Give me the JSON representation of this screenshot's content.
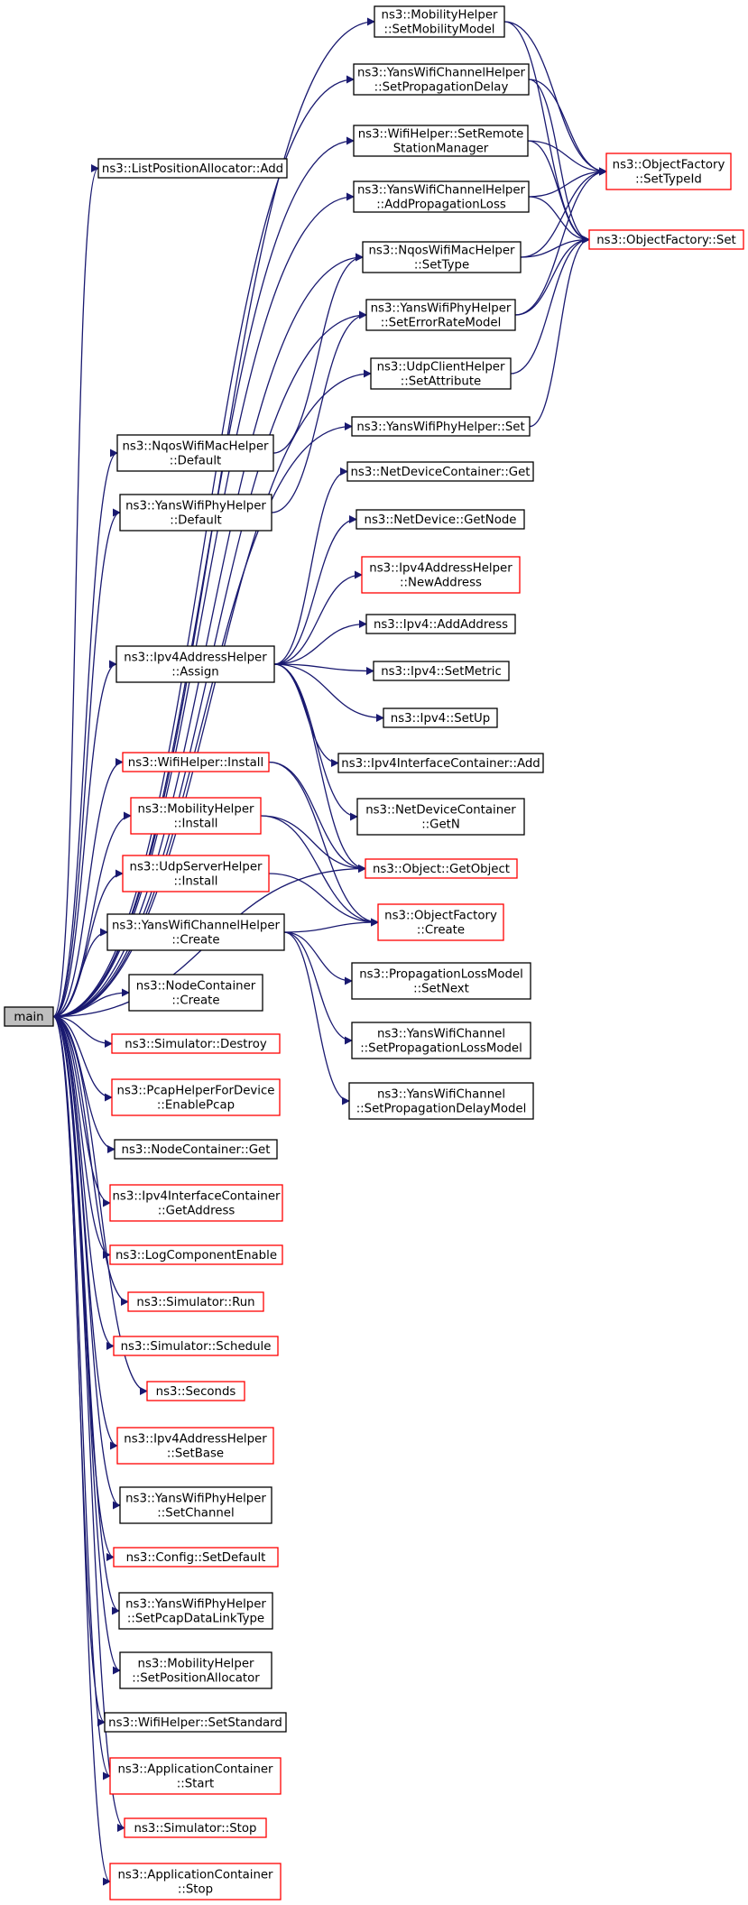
{
  "root": "main",
  "nodes": [
    {
      "id": "main",
      "lines": [
        "main"
      ],
      "style": "root"
    },
    {
      "id": "lpa_add",
      "lines": [
        "ns3::ListPositionAllocator::Add"
      ],
      "style": "black"
    },
    {
      "id": "mob_setmodel",
      "lines": [
        "ns3::MobilityHelper",
        "::SetMobilityModel"
      ],
      "style": "black"
    },
    {
      "id": "ywch_setpropdelay",
      "lines": [
        "ns3::YansWifiChannelHelper",
        "::SetPropagationDelay"
      ],
      "style": "black"
    },
    {
      "id": "wifi_setremote",
      "lines": [
        "ns3::WifiHelper::SetRemote",
        "StationManager"
      ],
      "style": "black"
    },
    {
      "id": "ywch_addproploss",
      "lines": [
        "ns3::YansWifiChannelHelper",
        "::AddPropagationLoss"
      ],
      "style": "black"
    },
    {
      "id": "nqos_settype",
      "lines": [
        "ns3::NqosWifiMacHelper",
        "::SetType"
      ],
      "style": "black"
    },
    {
      "id": "ywph_seterr",
      "lines": [
        "ns3::YansWifiPhyHelper",
        "::SetErrorRateModel"
      ],
      "style": "black"
    },
    {
      "id": "udpc_setattr",
      "lines": [
        "ns3::UdpClientHelper",
        "::SetAttribute"
      ],
      "style": "black"
    },
    {
      "id": "ywph_set",
      "lines": [
        "ns3::YansWifiPhyHelper::Set"
      ],
      "style": "black"
    },
    {
      "id": "of_settypeid",
      "lines": [
        "ns3::ObjectFactory",
        "::SetTypeId"
      ],
      "style": "red"
    },
    {
      "id": "of_set",
      "lines": [
        "ns3::ObjectFactory::Set"
      ],
      "style": "red"
    },
    {
      "id": "nqos_default",
      "lines": [
        "ns3::NqosWifiMacHelper",
        "::Default"
      ],
      "style": "black"
    },
    {
      "id": "ywph_default",
      "lines": [
        "ns3::YansWifiPhyHelper",
        "::Default"
      ],
      "style": "black"
    },
    {
      "id": "ndc_get",
      "lines": [
        "ns3::NetDeviceContainer::Get"
      ],
      "style": "black"
    },
    {
      "id": "nd_getnode",
      "lines": [
        "ns3::NetDevice::GetNode"
      ],
      "style": "black"
    },
    {
      "id": "ipv4ah_newaddr",
      "lines": [
        "ns3::Ipv4AddressHelper",
        "::NewAddress"
      ],
      "style": "red"
    },
    {
      "id": "ipv4_addaddr",
      "lines": [
        "ns3::Ipv4::AddAddress"
      ],
      "style": "black"
    },
    {
      "id": "ipv4ah_assign",
      "lines": [
        "ns3::Ipv4AddressHelper",
        "::Assign"
      ],
      "style": "black"
    },
    {
      "id": "ipv4_setmetric",
      "lines": [
        "ns3::Ipv4::SetMetric"
      ],
      "style": "black"
    },
    {
      "id": "ipv4_setup",
      "lines": [
        "ns3::Ipv4::SetUp"
      ],
      "style": "black"
    },
    {
      "id": "ipv4ic_add",
      "lines": [
        "ns3::Ipv4InterfaceContainer::Add"
      ],
      "style": "black"
    },
    {
      "id": "wifi_install",
      "lines": [
        "ns3::WifiHelper::Install"
      ],
      "style": "red"
    },
    {
      "id": "ndc_getn",
      "lines": [
        "ns3::NetDeviceContainer",
        "::GetN"
      ],
      "style": "black"
    },
    {
      "id": "mob_install",
      "lines": [
        "ns3::MobilityHelper",
        "::Install"
      ],
      "style": "red"
    },
    {
      "id": "obj_getobj",
      "lines": [
        "ns3::Object::GetObject"
      ],
      "style": "red"
    },
    {
      "id": "udps_install",
      "lines": [
        "ns3::UdpServerHelper",
        "::Install"
      ],
      "style": "red"
    },
    {
      "id": "of_create",
      "lines": [
        "ns3::ObjectFactory",
        "::Create"
      ],
      "style": "red"
    },
    {
      "id": "ywch_create",
      "lines": [
        "ns3::YansWifiChannelHelper",
        "::Create"
      ],
      "style": "black"
    },
    {
      "id": "plm_setnext",
      "lines": [
        "ns3::PropagationLossModel",
        "::SetNext"
      ],
      "style": "black"
    },
    {
      "id": "nc_create",
      "lines": [
        "ns3::NodeContainer",
        "::Create"
      ],
      "style": "black"
    },
    {
      "id": "ywc_setploss",
      "lines": [
        "ns3::YansWifiChannel",
        "::SetPropagationLossModel"
      ],
      "style": "black"
    },
    {
      "id": "sim_destroy",
      "lines": [
        "ns3::Simulator::Destroy"
      ],
      "style": "red"
    },
    {
      "id": "pcap_enable",
      "lines": [
        "ns3::PcapHelperForDevice",
        "::EnablePcap"
      ],
      "style": "red"
    },
    {
      "id": "ywc_setpdelay",
      "lines": [
        "ns3::YansWifiChannel",
        "::SetPropagationDelayModel"
      ],
      "style": "black"
    },
    {
      "id": "nc_get",
      "lines": [
        "ns3::NodeContainer::Get"
      ],
      "style": "black"
    },
    {
      "id": "ipv4ic_getaddr",
      "lines": [
        "ns3::Ipv4InterfaceContainer",
        "::GetAddress"
      ],
      "style": "red"
    },
    {
      "id": "log_enable",
      "lines": [
        "ns3::LogComponentEnable"
      ],
      "style": "red"
    },
    {
      "id": "sim_run",
      "lines": [
        "ns3::Simulator::Run"
      ],
      "style": "red"
    },
    {
      "id": "sim_schedule",
      "lines": [
        "ns3::Simulator::Schedule"
      ],
      "style": "red"
    },
    {
      "id": "seconds",
      "lines": [
        "ns3::Seconds"
      ],
      "style": "red"
    },
    {
      "id": "ipv4ah_setbase",
      "lines": [
        "ns3::Ipv4AddressHelper",
        "::SetBase"
      ],
      "style": "red"
    },
    {
      "id": "ywph_setchannel",
      "lines": [
        "ns3::YansWifiPhyHelper",
        "::SetChannel"
      ],
      "style": "black"
    },
    {
      "id": "cfg_setdefault",
      "lines": [
        "ns3::Config::SetDefault"
      ],
      "style": "red"
    },
    {
      "id": "ywph_setpcapdlt",
      "lines": [
        "ns3::YansWifiPhyHelper",
        "::SetPcapDataLinkType"
      ],
      "style": "black"
    },
    {
      "id": "mob_setposalloc",
      "lines": [
        "ns3::MobilityHelper",
        "::SetPositionAllocator"
      ],
      "style": "black"
    },
    {
      "id": "wifi_setstd",
      "lines": [
        "ns3::WifiHelper::SetStandard"
      ],
      "style": "black"
    },
    {
      "id": "appc_start",
      "lines": [
        "ns3::ApplicationContainer",
        "::Start"
      ],
      "style": "red"
    },
    {
      "id": "sim_stop",
      "lines": [
        "ns3::Simulator::Stop"
      ],
      "style": "red"
    },
    {
      "id": "appc_stop",
      "lines": [
        "ns3::ApplicationContainer",
        "::Stop"
      ],
      "style": "red"
    }
  ],
  "edges": [
    [
      "main",
      "lpa_add"
    ],
    [
      "main",
      "mob_setmodel"
    ],
    [
      "main",
      "ywch_setpropdelay"
    ],
    [
      "main",
      "wifi_setremote"
    ],
    [
      "main",
      "ywch_addproploss"
    ],
    [
      "main",
      "nqos_settype"
    ],
    [
      "main",
      "ywph_seterr"
    ],
    [
      "main",
      "udpc_setattr"
    ],
    [
      "main",
      "ywph_set"
    ],
    [
      "main",
      "nqos_default"
    ],
    [
      "main",
      "ywph_default"
    ],
    [
      "main",
      "ipv4ah_assign"
    ],
    [
      "main",
      "wifi_install"
    ],
    [
      "main",
      "mob_install"
    ],
    [
      "main",
      "udps_install"
    ],
    [
      "main",
      "ywch_create"
    ],
    [
      "main",
      "nc_create"
    ],
    [
      "main",
      "sim_destroy"
    ],
    [
      "main",
      "pcap_enable"
    ],
    [
      "main",
      "nc_get"
    ],
    [
      "main",
      "ipv4ic_getaddr"
    ],
    [
      "main",
      "log_enable"
    ],
    [
      "main",
      "sim_run"
    ],
    [
      "main",
      "sim_schedule"
    ],
    [
      "main",
      "seconds"
    ],
    [
      "main",
      "ipv4ah_setbase"
    ],
    [
      "main",
      "ywph_setchannel"
    ],
    [
      "main",
      "cfg_setdefault"
    ],
    [
      "main",
      "ywph_setpcapdlt"
    ],
    [
      "main",
      "mob_setposalloc"
    ],
    [
      "main",
      "wifi_setstd"
    ],
    [
      "main",
      "appc_start"
    ],
    [
      "main",
      "sim_stop"
    ],
    [
      "main",
      "appc_stop"
    ],
    [
      "main",
      "obj_getobj"
    ],
    [
      "mob_setmodel",
      "of_settypeid"
    ],
    [
      "mob_setmodel",
      "of_set"
    ],
    [
      "ywch_setpropdelay",
      "of_settypeid"
    ],
    [
      "ywch_setpropdelay",
      "of_set"
    ],
    [
      "wifi_setremote",
      "of_settypeid"
    ],
    [
      "wifi_setremote",
      "of_set"
    ],
    [
      "ywch_addproploss",
      "of_settypeid"
    ],
    [
      "ywch_addproploss",
      "of_set"
    ],
    [
      "nqos_settype",
      "of_settypeid"
    ],
    [
      "nqos_settype",
      "of_set"
    ],
    [
      "ywph_seterr",
      "of_settypeid"
    ],
    [
      "ywph_seterr",
      "of_set"
    ],
    [
      "udpc_setattr",
      "of_set"
    ],
    [
      "ywph_set",
      "of_set"
    ],
    [
      "nqos_default",
      "nqos_settype"
    ],
    [
      "ywph_default",
      "ywph_seterr"
    ],
    [
      "ipv4ah_assign",
      "ndc_get"
    ],
    [
      "ipv4ah_assign",
      "nd_getnode"
    ],
    [
      "ipv4ah_assign",
      "ipv4ah_newaddr"
    ],
    [
      "ipv4ah_assign",
      "ipv4_addaddr"
    ],
    [
      "ipv4ah_assign",
      "ipv4_setmetric"
    ],
    [
      "ipv4ah_assign",
      "ipv4_setup"
    ],
    [
      "ipv4ah_assign",
      "ipv4ic_add"
    ],
    [
      "ipv4ah_assign",
      "ndc_getn"
    ],
    [
      "ipv4ah_assign",
      "obj_getobj"
    ],
    [
      "wifi_install",
      "obj_getobj"
    ],
    [
      "wifi_install",
      "of_create"
    ],
    [
      "mob_install",
      "obj_getobj"
    ],
    [
      "mob_install",
      "of_create"
    ],
    [
      "udps_install",
      "of_create"
    ],
    [
      "ywch_create",
      "of_create"
    ],
    [
      "ywch_create",
      "plm_setnext"
    ],
    [
      "ywch_create",
      "ywc_setploss"
    ],
    [
      "ywch_create",
      "ywc_setpdelay"
    ]
  ]
}
